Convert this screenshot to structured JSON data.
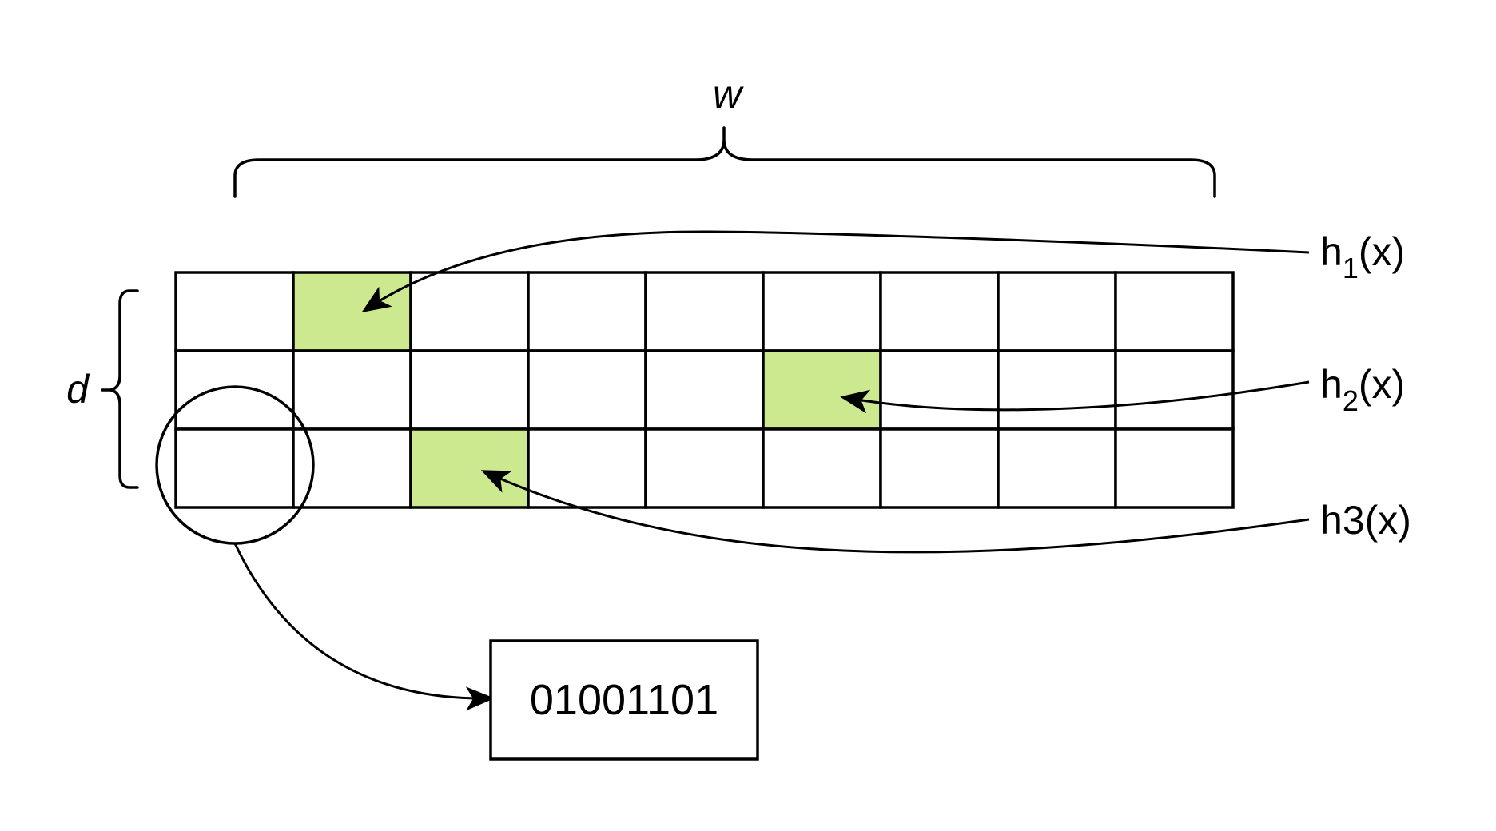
{
  "diagram": {
    "width_label": "w",
    "depth_label": "d",
    "grid": {
      "rows": 3,
      "cols": 9,
      "highlighted_cells": [
        {
          "row": 0,
          "col": 1
        },
        {
          "row": 1,
          "col": 5
        },
        {
          "row": 2,
          "col": 2
        }
      ]
    },
    "colors": {
      "highlight": "#cde98f",
      "line": "#000000",
      "background": "#ffffff"
    },
    "hash_functions": [
      {
        "name": "h",
        "subscript": "1",
        "suffix": "(x)",
        "target_row": 0,
        "target_col": 1
      },
      {
        "name": "h",
        "subscript": "2",
        "suffix": "(x)",
        "target_row": 1,
        "target_col": 5
      },
      {
        "name": "h3",
        "subscript": "",
        "suffix": "(x)",
        "target_row": 2,
        "target_col": 2
      }
    ],
    "zoom": {
      "circled_row": 2,
      "circled_col": 0,
      "value": "01001101"
    }
  }
}
